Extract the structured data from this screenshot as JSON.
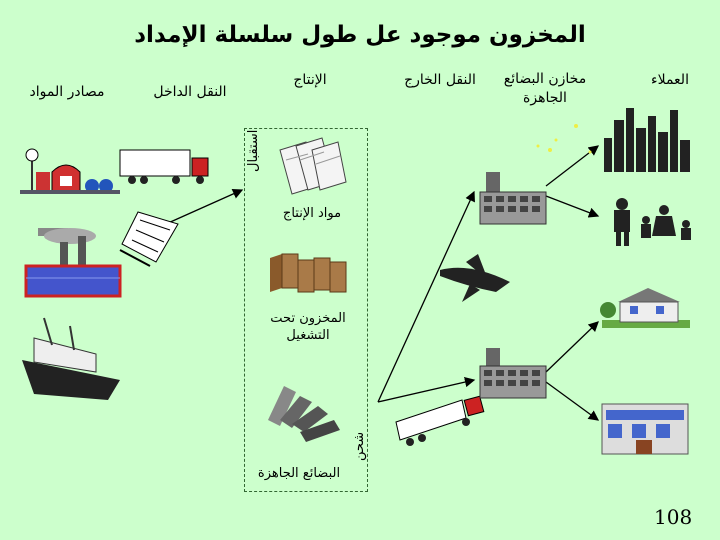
{
  "title": "المخزون موجود عل طول سلسلة الإمداد",
  "headers": {
    "customers": "العملاء",
    "finished_warehouses": "مخازن البضائع الجاهزة",
    "outbound_transport": "النقل الخارج",
    "production": "الإنتاج",
    "inbound_transport": "النقل الداخل",
    "material_sources": "مصادر المواد"
  },
  "production_box": {
    "receiving": "استقبال",
    "shipping": "شحن",
    "raw_materials": "مواد الإنتاج",
    "wip": "المخزون تحت التشغيل",
    "finished_goods": "البضائع الجاهزة"
  },
  "slide_number": "108",
  "colors": {
    "background": "#ccffcc",
    "box_border": "#336633"
  }
}
